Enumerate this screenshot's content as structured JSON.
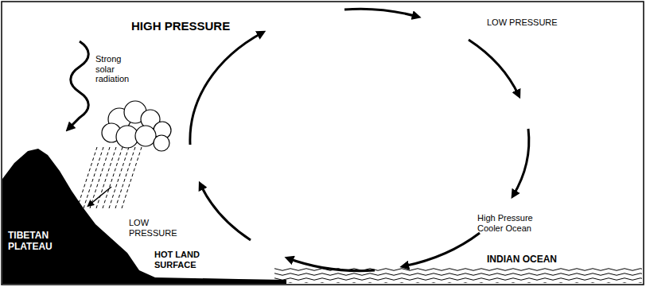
{
  "diagram": {
    "labels": [
      "HIGH PRESSURE",
      "LOW PRESSURE",
      "Strong solar radiation",
      "LOW PRESSURE",
      "TIBETAN PLATEAU",
      "HOT LAND SURFACE",
      "High Pressure Cooler Ocean",
      "INDIAN OCEAN"
    ]
  }
}
